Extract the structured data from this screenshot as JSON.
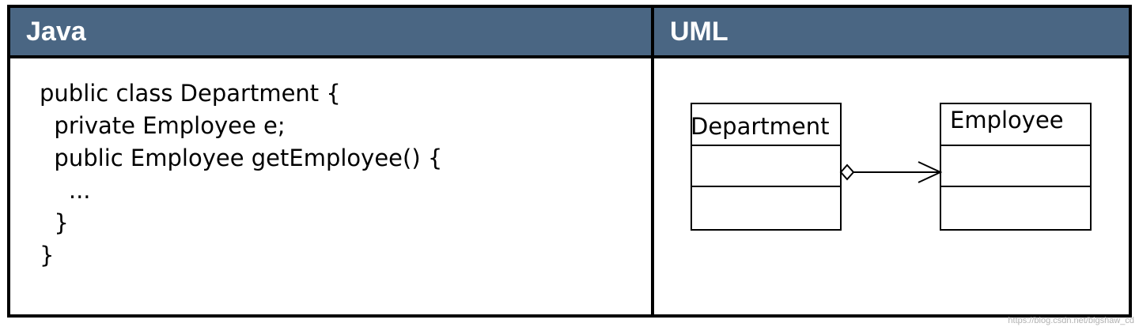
{
  "headers": {
    "java": "Java",
    "uml": "UML"
  },
  "code_lines": [
    "public class Department {",
    "  private Employee e;",
    "  public Employee getEmployee() {",
    "    ...",
    "  }",
    "}"
  ],
  "uml": {
    "classes": [
      {
        "name": "Department",
        "compartments": 3
      },
      {
        "name": "Employee",
        "compartments": 3
      }
    ],
    "relationship": {
      "type": "aggregation",
      "from": "Department",
      "to": "Employee",
      "source_end": "hollow-diamond",
      "target_end": "open-arrow"
    }
  },
  "watermark": "https://blog.csdn.net/bigshaw_cd",
  "colors": {
    "header_bg": "#4a6683",
    "header_text": "#ffffff",
    "border": "#000000"
  }
}
